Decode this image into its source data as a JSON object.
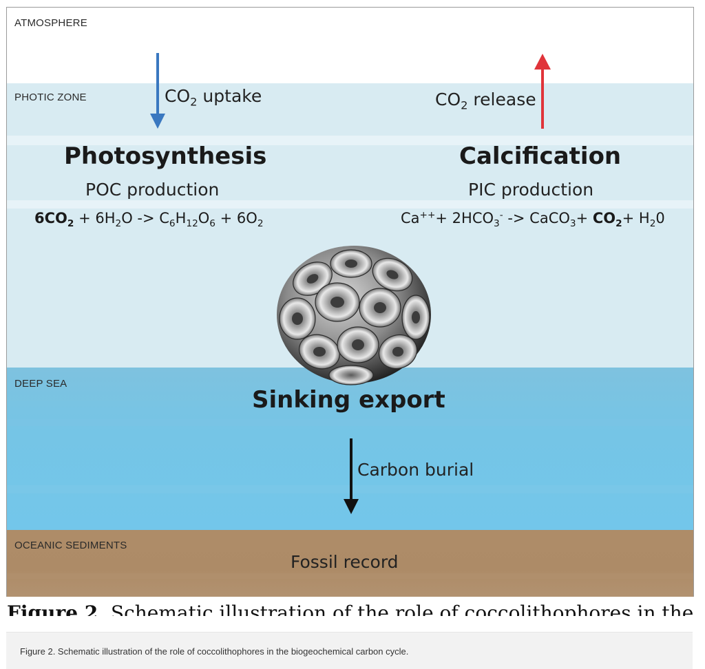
{
  "zones": {
    "atmosphere": "ATMOSPHERE",
    "photic": "PHOTIC ZONE",
    "deep_sea": "DEEP SEA",
    "sediments": "OCEANIC SEDIMENTS"
  },
  "left": {
    "arrow_label_main": "CO",
    "arrow_label_sub": "2",
    "arrow_label_tail": " uptake",
    "title": "Photosynthesis",
    "subtitle": "POC production"
  },
  "right": {
    "arrow_label_main": "CO",
    "arrow_label_sub": "2",
    "arrow_label_tail": " release",
    "title": "Calcification",
    "subtitle": "PIC production"
  },
  "center": {
    "sinking": "Sinking export",
    "burial": "Carbon burial",
    "fossil": "Fossil record"
  },
  "colors": {
    "uptake_arrow": "#3a78c0",
    "release_arrow": "#e0343a",
    "burial_arrow": "#111111",
    "photic": "#d8ebf2",
    "deep_sea": "#75c5e6",
    "sediments": "#ae8c68"
  },
  "figure_label_truncated": "Figure 2.",
  "figure_text_truncated": " Schematic illustration of the role of coccolithophores in the biogeochemi-",
  "caption": "Figure 2. Schematic illustration of the role of coccolithophores in the biogeochemical carbon cycle."
}
